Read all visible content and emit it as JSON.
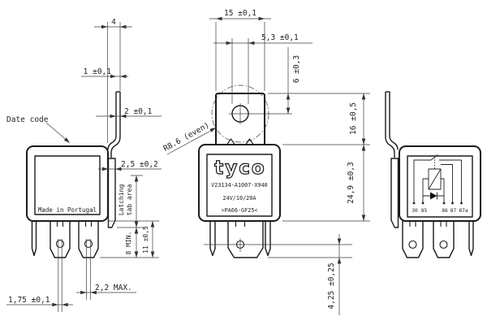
{
  "drawing": {
    "views": {
      "side_left": {
        "date_code_label": "Date code",
        "made_in_label": "Made in Portugal",
        "dim_tab_offset": "4",
        "dim_tab_top": "1 ±0,1",
        "dim_tab_thickness": "2 ±0,1",
        "dim_latch_depth": "2,5 ±0,2",
        "latching_label_line1": "Latching",
        "latching_label_line2": "tab area",
        "dim_latch_min": "8 MIN.",
        "dim_terminal_length": "11 ±0,5",
        "dim_blade_max": "2,2 MAX.",
        "dim_blade_thickness": "1,75 ±0,1"
      },
      "front_center": {
        "dim_bracket_width": "15 ±0,1",
        "dim_hole_dia": "5,3 ±0,1",
        "dim_hole_offset": "6 ±0,3",
        "dim_bracket_height": "16 ±0,5",
        "dim_body_height": "24,9 ±0,3",
        "dim_terminal_hole": "4,25 ±0,25",
        "radius_label": "R8.6 (even)",
        "brand": "tyco",
        "part_number": "V23134-A1007-X940",
        "rating": "24V/10/20A",
        "material_code": ">PA66-GF25<"
      },
      "side_right": {
        "pin_labels": {
          "p30": "30",
          "p85": "85",
          "p86": "86",
          "p87": "87",
          "p87a": "87a"
        }
      }
    }
  }
}
